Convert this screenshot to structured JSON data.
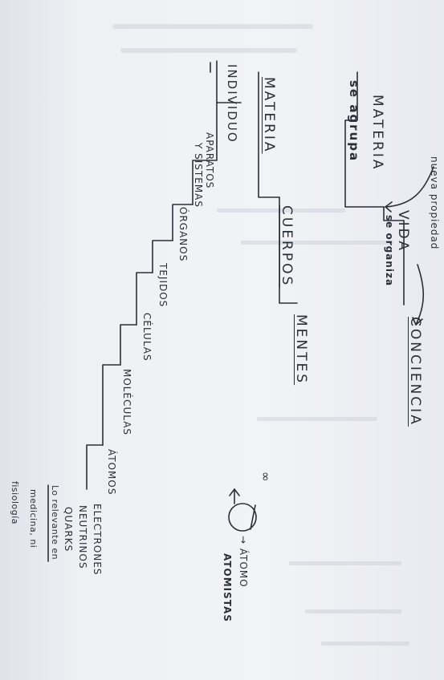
{
  "notes": {
    "materia": "MATERIA",
    "se_agrupa": "se agrupa",
    "nueva_propiedad": "nueva propiedad",
    "vida": "VIDA",
    "se_organiza": "se organiza",
    "conciencia": "CONCIENCIA",
    "individuo": "INDIVIDUO",
    "aparatos": "APARATOS",
    "y_sistemas": "Y SISTEMAS",
    "organos": "ÓRGANOS",
    "tejidos": "TEJIDOS",
    "celulas": "CÉLULAS",
    "moleculas": "MOLÉCULAS",
    "atomos": "ÁTOMOS",
    "electrones": "ELECTRONES",
    "neutrinos": "NEUTRINOS",
    "quarks": "QUARKS",
    "lo_relevante": "Lo relevante en",
    "medicina": "medicina, ni",
    "fisiologia": "fisiología",
    "materia_hdr": "MATERIA",
    "cuerpos": "CUERPOS",
    "mentes": "MENTES",
    "infinity": "∞",
    "atomo": "→ ÁTOMO",
    "atomistas": "ATOMISTAS"
  },
  "colors": {
    "ink": "#2b2f38",
    "paper": "#f1f3f6"
  }
}
